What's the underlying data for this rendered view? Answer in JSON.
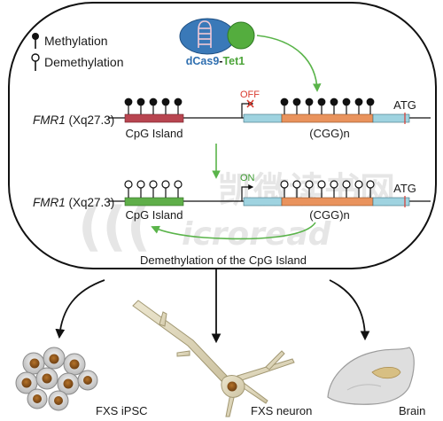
{
  "legend": {
    "methylation": "Methylation",
    "demethylation": "Demethylation"
  },
  "effector": {
    "name_part1": "dCas9",
    "dash": "-",
    "name_part2": "Tet1"
  },
  "top_row": {
    "gene": "FMR1",
    "locus": "(Xq27.3)",
    "cpg_label": "CpG Island",
    "repeat_label": "(CGG)n",
    "atg": "ATG",
    "state": "OFF"
  },
  "bottom_row": {
    "gene": "FMR1",
    "locus": "(Xq27.3)",
    "cpg_label": "CpG Island",
    "repeat_label": "(CGG)n",
    "atg": "ATG",
    "state": "ON"
  },
  "process_label": "Demethylation of the CpG Island",
  "outputs": {
    "ipsc": "FXS iPSC",
    "neuron": "FXS neuron",
    "brain": "Brain"
  },
  "watermark": {
    "cn": "凯微读书网",
    "en": "icroread"
  },
  "colors": {
    "cpg_methylated": "#b84550",
    "cpg_demethylated": "#5fae49",
    "repeat": "#e9935d",
    "utr": "#9fd3e0",
    "arrow_green": "#5ab44a",
    "off_red": "#d93a2f",
    "dcas9_blue": "#3a79b8",
    "tet1_green": "#54ad3e"
  }
}
